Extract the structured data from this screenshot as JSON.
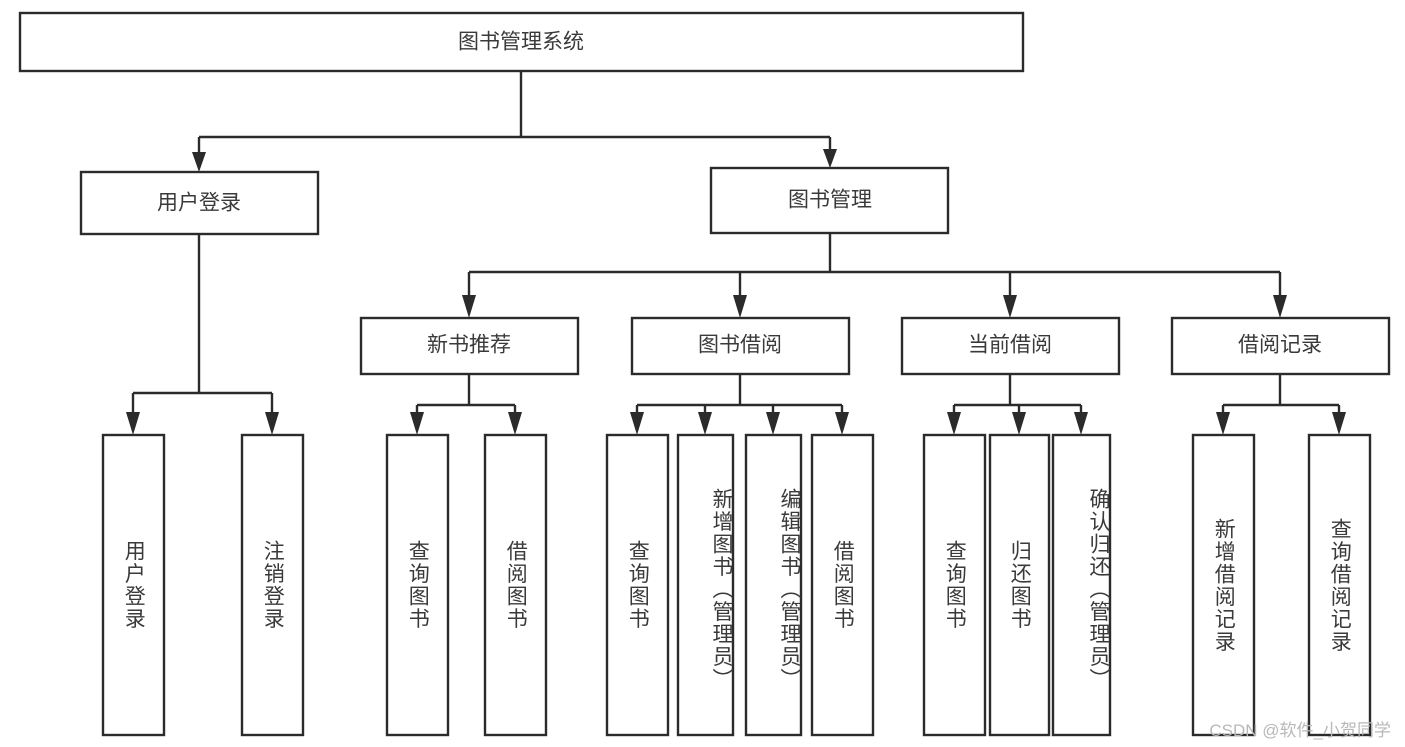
{
  "diagram": {
    "title_node": {
      "label": "图书管理系统"
    },
    "level2": [
      {
        "id": "user-login",
        "label": "用户登录"
      },
      {
        "id": "book-management",
        "label": "图书管理"
      }
    ],
    "level3": [
      {
        "id": "new-book-recommend",
        "label": "新书推荐"
      },
      {
        "id": "book-borrow",
        "label": "图书借阅"
      },
      {
        "id": "current-borrow",
        "label": "当前借阅"
      },
      {
        "id": "borrow-record",
        "label": "借阅记录"
      }
    ],
    "leaves": [
      {
        "id": "leaf-user-login",
        "label": "用户登录",
        "parent": "user-login"
      },
      {
        "id": "leaf-logout",
        "label": "注销登录",
        "parent": "user-login"
      },
      {
        "id": "leaf-query-book-1",
        "label": "查询图书",
        "parent": "new-book-recommend"
      },
      {
        "id": "leaf-borrow-book-1",
        "label": "借阅图书",
        "parent": "new-book-recommend"
      },
      {
        "id": "leaf-query-book-2",
        "label": "查询图书",
        "parent": "book-borrow"
      },
      {
        "id": "leaf-add-book",
        "label": "新增图书（管理员）",
        "parent": "book-borrow"
      },
      {
        "id": "leaf-edit-book",
        "label": "编辑图书（管理员）",
        "parent": "book-borrow"
      },
      {
        "id": "leaf-borrow-book-2",
        "label": "借阅图书",
        "parent": "book-borrow"
      },
      {
        "id": "leaf-query-book-3",
        "label": "查询图书",
        "parent": "current-borrow"
      },
      {
        "id": "leaf-return-book",
        "label": "归还图书",
        "parent": "current-borrow"
      },
      {
        "id": "leaf-confirm-return",
        "label": "确认归还（管理员）",
        "parent": "current-borrow"
      },
      {
        "id": "leaf-add-record",
        "label": "新增借阅记录",
        "parent": "borrow-record"
      },
      {
        "id": "leaf-query-record",
        "label": "查询借阅记录",
        "parent": "borrow-record"
      }
    ],
    "watermark": "CSDN @软件_小贺同学",
    "colors": {
      "stroke": "#2b2b2b",
      "fill": "#ffffff",
      "text": "#3a3a3a",
      "watermark": "#b8b8b8"
    }
  }
}
